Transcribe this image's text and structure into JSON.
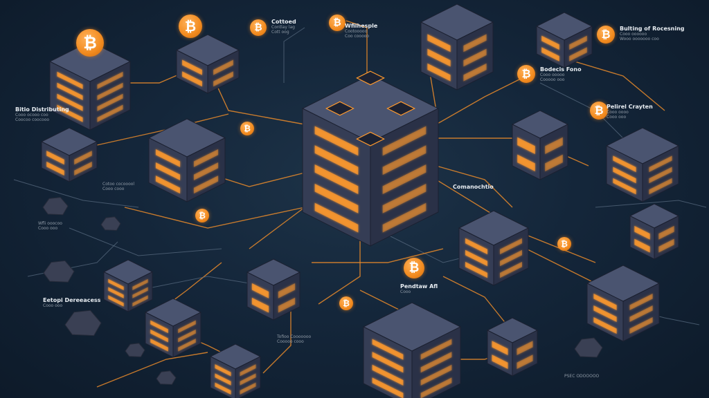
{
  "colors": {
    "background": "#14263a",
    "wire": "#e8892a",
    "wire_dim": "#5d6f84",
    "cube_top": "#4a5470",
    "cube_left": "#353d55",
    "cube_right": "#2a3147",
    "glow": "#ff9a2e",
    "coin": "#f28a1e"
  },
  "coin_glyph": "₿",
  "labels": [
    {
      "title": "Bitio Distributing",
      "sub": "Cooo ocooo coo\nCoocoo coocooo"
    },
    {
      "title": "Cottoed",
      "sub": "Contlay lag\nCott oog"
    },
    {
      "title": "Wfilhesple",
      "sub": "Cootooooo\nCoo cooooo"
    },
    {
      "title": "Bulting of Rocesning",
      "sub": "Cooo oooooo\nWooo ooooooo coo"
    },
    {
      "title": "Bodecis Fono",
      "sub": "Cooo ooooo\nCooooo ooo"
    },
    {
      "title": "Pelirel Crayten",
      "sub": "Cooo oooo\nCooo ooo"
    },
    {
      "title": "",
      "sub": "Cotoo cocooool\nCooo cooo"
    },
    {
      "title": "",
      "sub": "Wfli ooocoo\nCooo ooo"
    },
    {
      "title": "Comanochtio",
      "sub": ""
    },
    {
      "title": "Eetopi Dereeacess",
      "sub": "Cooo ooo"
    },
    {
      "title": "Pendtaw Afl",
      "sub": "Cooo"
    },
    {
      "title": "",
      "sub": "Tofioo Cooooooo\nCooooo cooo"
    },
    {
      "title": "",
      "sub": "PSEC ODOOOOO"
    }
  ]
}
